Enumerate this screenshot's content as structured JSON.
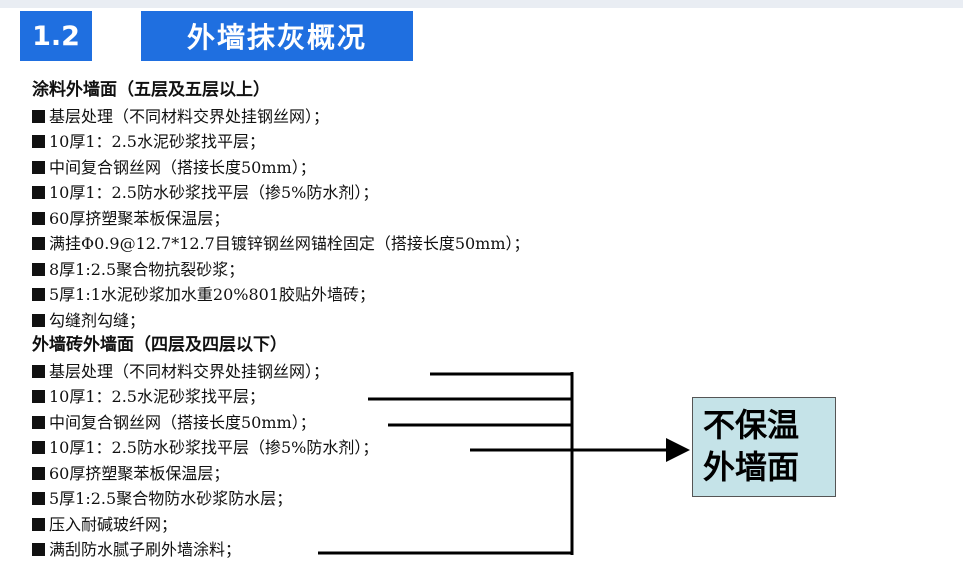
{
  "section": {
    "number": "1.2",
    "title": "外墙抹灰概况"
  },
  "coating_wall": {
    "heading": "涂料外墙面（五层及五层以上）",
    "items": [
      "基层处理（不同材料交界处挂钢丝网）；",
      "10厚1：2.5水泥砂浆找平层；",
      "中间复合钢丝网（搭接长度50mm）；",
      "10厚1：2.5防水砂浆找平层（掺5%防水剂）；",
      "60厚挤塑聚苯板保温层；",
      "满挂Φ0.9@12.7*12.7目镀锌钢丝网锚栓固定（搭接长度50mm）；",
      "8厚1:2.5聚合物抗裂砂浆；",
      "5厚1:1水泥砂浆加水重20%801胶贴外墙砖；",
      "勾缝剂勾缝；"
    ]
  },
  "tile_wall": {
    "heading": "外墙砖外墙面（四层及四层以下）",
    "items": [
      "基层处理（不同材料交界处挂钢丝网）；",
      "10厚1：2.5水泥砂浆找平层；",
      "中间复合钢丝网（搭接长度50mm）；",
      "10厚1：2.5防水砂浆找平层（掺5%防水剂）；",
      "60厚挤塑聚苯板保温层；",
      "5厚1:2.5聚合物防水砂浆防水层；",
      "压入耐碱玻纤网；",
      "满刮防水腻子刷外墙涂料；"
    ]
  },
  "callout": {
    "line1": "不保温",
    "line2": "外墙面"
  },
  "colors": {
    "accent": "#1f6fe0",
    "callout_bg": "#c5e3e8"
  }
}
